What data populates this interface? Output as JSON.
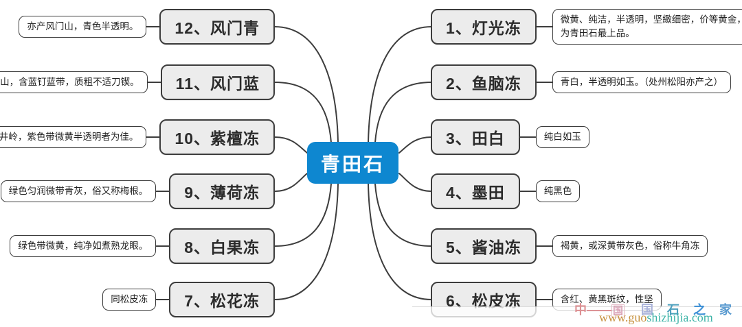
{
  "center": {
    "label": "青田石",
    "color": "#0e87d0"
  },
  "right": [
    {
      "label": "1、灯光冻",
      "note": "微黄、纯洁，半透明，坚緻细密，价等黄金，为青田石最上品。"
    },
    {
      "label": "2、鱼脑冻",
      "note": "青白，半透明如玉。（处州松阳亦产之）"
    },
    {
      "label": "3、田白",
      "note": "纯白如玉"
    },
    {
      "label": "4、墨田",
      "note": "纯黑色"
    },
    {
      "label": "5、酱油冻",
      "note": "褐黄，或深黄带灰色，俗称牛角冻"
    },
    {
      "label": "6、松皮冻",
      "note": "含红、黄黑斑纹，性坚"
    }
  ],
  "left": [
    {
      "label": "12、风门青",
      "note": "亦产风门山，青色半透明。"
    },
    {
      "label": "11、风门蓝",
      "note": "产风门山，含蓝钉蓝带，质粗不适刀锲。"
    },
    {
      "label": "10、紫檀冻",
      "note": "产季井岭，紫色带微黄半透明者为佳。"
    },
    {
      "label": "9、薄荷冻",
      "note": "绿色匀润微带青灰，俗又称梅根。"
    },
    {
      "label": "8、白果冻",
      "note": "绿色带微黄，纯净如煮熟龙眼。"
    },
    {
      "label": "7、松花冻",
      "note": "同松皮冻"
    }
  ],
  "watermark": {
    "logo_left": "中",
    "logo_dash": "——",
    "logo_boxed": "国",
    "logo_blue": [
      "国",
      "石",
      "之",
      "家"
    ],
    "url_prefix": "www.guo",
    "url_suffix": "shizhijia.com",
    "colors": {
      "logo_pink": "#dd8f92",
      "logo_blue": "#4b9ebc",
      "url_orange": "#c7923e",
      "url_teal": "#3db4a8",
      "node_fill": "#ececec",
      "node_border": "#3c3c3c",
      "line": "#3d3d3d",
      "center_blue": "#0e87d0"
    }
  }
}
